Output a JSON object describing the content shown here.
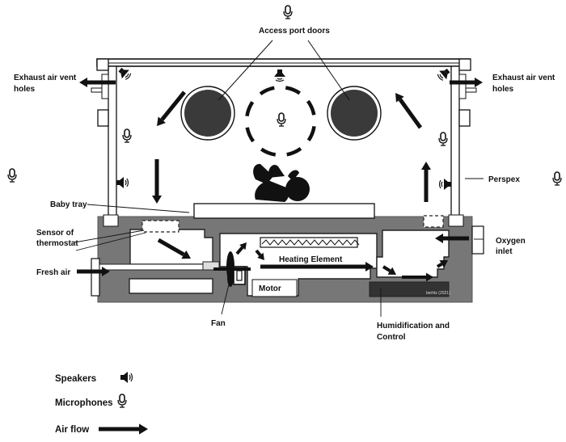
{
  "labels": {
    "access_port_doors": "Access port doors",
    "exhaust_left_1": "Exhaust air vent",
    "exhaust_left_2": "holes",
    "exhaust_right_1": "Exhaust air vent",
    "exhaust_right_2": "holes",
    "perspex": "Perspex",
    "baby_tray": "Baby tray",
    "sensor_1": "Sensor of",
    "sensor_2": "thermostat",
    "fresh_air": "Fresh air",
    "heating_element": "Heating Element",
    "motor": "Motor",
    "fan": "Fan",
    "oxygen_1": "Oxygen",
    "oxygen_2": "inlet",
    "humid_1": "Humidification and",
    "humid_2": "Control",
    "credit": "berhtz (2021)"
  },
  "legend": {
    "speakers": "Speakers",
    "microphones": "Microphones",
    "air_flow": "Air flow"
  },
  "icons": {
    "speaker": "speaker-icon",
    "microphone": "microphone-icon",
    "arrow": "air-flow-arrow-icon"
  },
  "colors": {
    "base": "#777777",
    "dark": "#333333",
    "door": "#3a3a3a",
    "line": "#111111"
  }
}
